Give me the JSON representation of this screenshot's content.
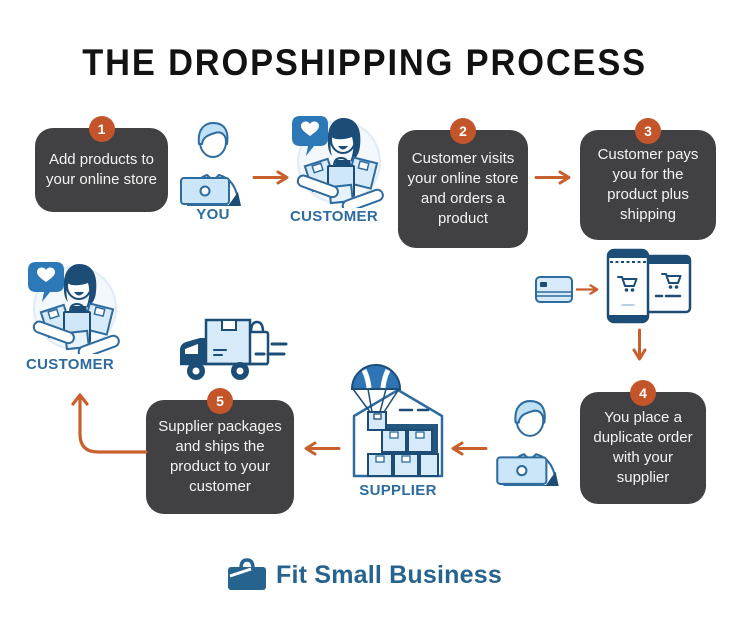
{
  "title": "THE DROPSHIPPING PROCESS",
  "steps": [
    {
      "num": "1",
      "text": "Add products to your online store"
    },
    {
      "num": "2",
      "text": "Customer visits your online store and orders a product"
    },
    {
      "num": "3",
      "text": "Customer pays you for the product plus shipping"
    },
    {
      "num": "4",
      "text": "You place a duplicate order with your supplier"
    },
    {
      "num": "5",
      "text": "Supplier packages and ships the product to your customer"
    }
  ],
  "labels": {
    "you": "YOU",
    "customer": "CUSTOMER",
    "supplier": "SUPPLIER"
  },
  "footer": {
    "brand": "Fit Small Business"
  },
  "icons": {
    "you": "person-at-laptop-icon",
    "customer": "woman-holding-packages-icon",
    "payment": "credit-card-icon",
    "online_store": "phone-and-browser-cart-icon",
    "shipping": "delivery-truck-icon",
    "supplier": "warehouse-parachute-icon",
    "brand": "briefcase-icon",
    "flow": "orange-arrow-icons"
  },
  "colors": {
    "background": "#FFFFFF",
    "box_dark": "#414042",
    "badge_orange": "#C4552A",
    "arrow_orange": "#C8602E",
    "label_blue": "#2E6B9E",
    "icon_navy": "#1C4D77",
    "icon_blue": "#2E75B6",
    "icon_light_blue": "#D6EAF9",
    "logo_blue": "#27638F"
  }
}
